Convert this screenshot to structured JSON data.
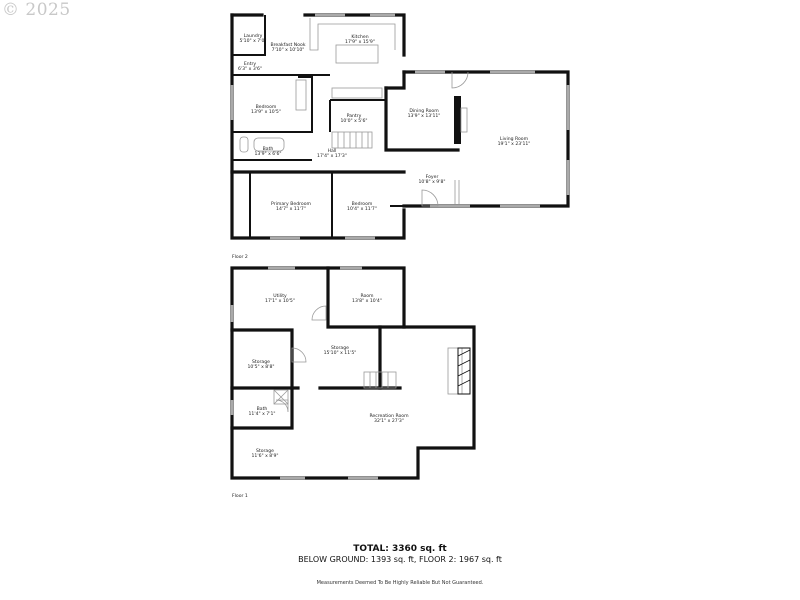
{
  "copyright": "© 2025",
  "floors": [
    {
      "label": "Floor 2",
      "rooms": [
        {
          "name": "Laundry",
          "dims": "5'10\" x 7'0\""
        },
        {
          "name": "Breakfast Nook",
          "dims": "7'10\" x 10'10\""
        },
        {
          "name": "Kitchen",
          "dims": "17'9\" x 15'9\""
        },
        {
          "name": "Entry",
          "dims": "6'3\" x 3'6\""
        },
        {
          "name": "Bedroom",
          "dims": "13'9\" x 10'5\""
        },
        {
          "name": "Pantry",
          "dims": "10'0\" x 5'6\""
        },
        {
          "name": "Dining Room",
          "dims": "13'9\" x 13'11\""
        },
        {
          "name": "Living Room",
          "dims": "19'1\" x 23'11\""
        },
        {
          "name": "Bath",
          "dims": "13'9\" x 6'6\""
        },
        {
          "name": "Hall",
          "dims": "17'4\" x 17'3\""
        },
        {
          "name": "Foyer",
          "dims": "10'8\" x 9'8\""
        },
        {
          "name": "Primary Bedroom",
          "dims": "14'7\" x 11'7\""
        },
        {
          "name": "Bedroom",
          "dims": "10'4\" x 11'7\""
        }
      ]
    },
    {
      "label": "Floor 1",
      "rooms": [
        {
          "name": "Utility",
          "dims": "17'1\" x 10'5\""
        },
        {
          "name": "Room",
          "dims": "13'8\" x 10'4\""
        },
        {
          "name": "Storage",
          "dims": "15'10\" x 11'5\""
        },
        {
          "name": "Storage",
          "dims": "10'5\" x 8'8\""
        },
        {
          "name": "Bath",
          "dims": "11'4\" x 7'1\""
        },
        {
          "name": "Recreation Room",
          "dims": "32'1\" x 27'3\""
        },
        {
          "name": "Storage",
          "dims": "11'6\" x 8'9\""
        }
      ]
    }
  ],
  "summary": {
    "total": "TOTAL: 3360 sq. ft",
    "breakdown": "BELOW GROUND: 1393 sq. ft, FLOOR 2: 1967 sq. ft",
    "disclaimer": "Measurements Deemed To Be Highly Reliable But Not Guaranteed."
  }
}
